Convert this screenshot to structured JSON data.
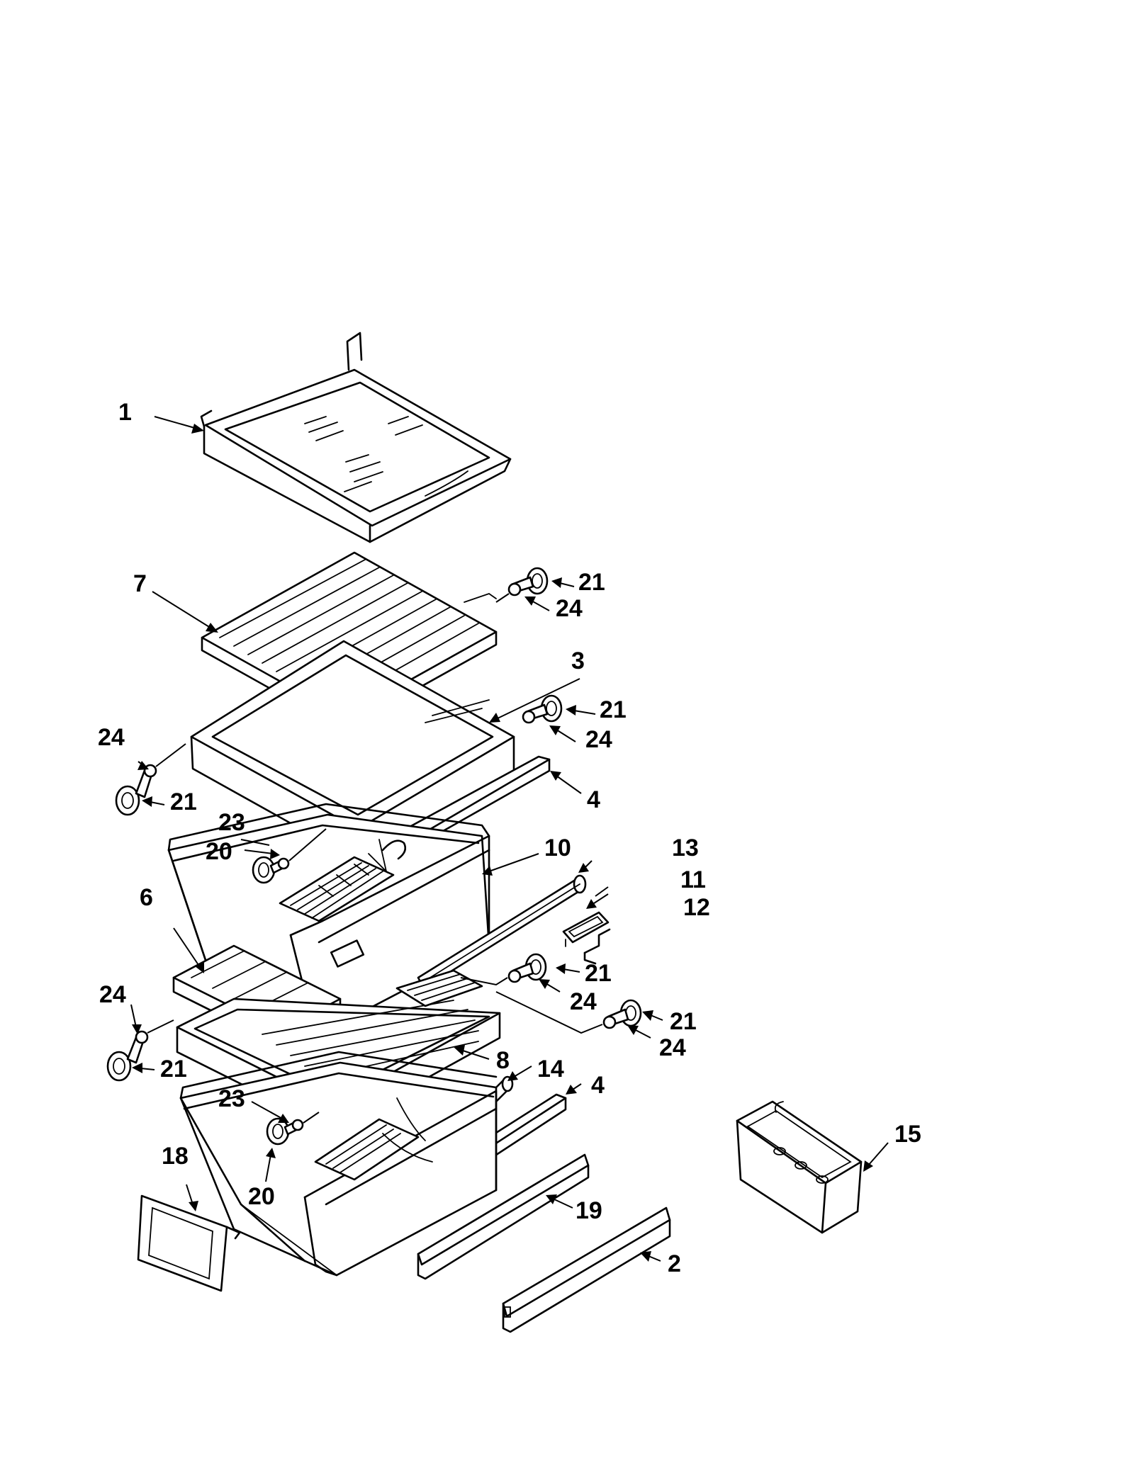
{
  "callouts": {
    "c1": "1",
    "c2": "2",
    "c3": "3",
    "c4a": "4",
    "c4b": "4",
    "c6": "6",
    "c7": "7",
    "c8": "8",
    "c10": "10",
    "c11": "11",
    "c12": "12",
    "c13": "13",
    "c14": "14",
    "c15": "15",
    "c18": "18",
    "c19": "19",
    "c20a": "20",
    "c20b": "20",
    "c21a": "21",
    "c21b": "21",
    "c21c": "21",
    "c21d": "21",
    "c21e": "21",
    "c21f": "21",
    "c23a": "23",
    "c23b": "23",
    "c24a": "24",
    "c24b": "24",
    "c24c": "24",
    "c24d": "24",
    "c24e": "24",
    "c24f": "24"
  }
}
